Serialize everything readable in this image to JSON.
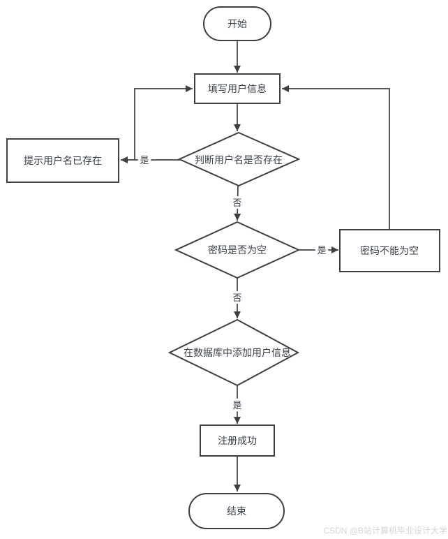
{
  "diagram": {
    "type": "flowchart",
    "nodes": {
      "start": {
        "label": "开始",
        "shape": "terminator"
      },
      "fill_user_info": {
        "label": "填写用户信息",
        "shape": "process"
      },
      "check_username": {
        "label": "判断用户名是否存在",
        "shape": "decision"
      },
      "username_exists_tip": {
        "label": "提示用户名已存在",
        "shape": "process"
      },
      "password_empty": {
        "label": "密码是否为空",
        "shape": "decision"
      },
      "password_required": {
        "label": "密码不能为空",
        "shape": "process"
      },
      "add_user_to_db": {
        "label": "在数据库中添加用户信息",
        "shape": "decision"
      },
      "register_success": {
        "label": "注册成功",
        "shape": "process"
      },
      "end": {
        "label": "结束",
        "shape": "terminator"
      }
    },
    "edges": [
      {
        "from": "start",
        "to": "fill_user_info",
        "label": ""
      },
      {
        "from": "fill_user_info",
        "to": "check_username",
        "label": ""
      },
      {
        "from": "check_username",
        "to": "username_exists_tip",
        "label": "是"
      },
      {
        "from": "username_exists_tip",
        "to": "fill_user_info",
        "label": ""
      },
      {
        "from": "check_username",
        "to": "password_empty",
        "label": "否"
      },
      {
        "from": "password_empty",
        "to": "password_required",
        "label": "是"
      },
      {
        "from": "password_required",
        "to": "fill_user_info",
        "label": ""
      },
      {
        "from": "password_empty",
        "to": "add_user_to_db",
        "label": "否"
      },
      {
        "from": "add_user_to_db",
        "to": "register_success",
        "label": "是"
      },
      {
        "from": "register_success",
        "to": "end",
        "label": ""
      }
    ],
    "colors": {
      "stroke": "#3f3f3f",
      "text": "#3a3f47",
      "background": "#ffffff",
      "watermark_text": "#d6d6d6"
    }
  },
  "watermark": {
    "text": "CSDN @B站计算机毕业设计大学"
  }
}
